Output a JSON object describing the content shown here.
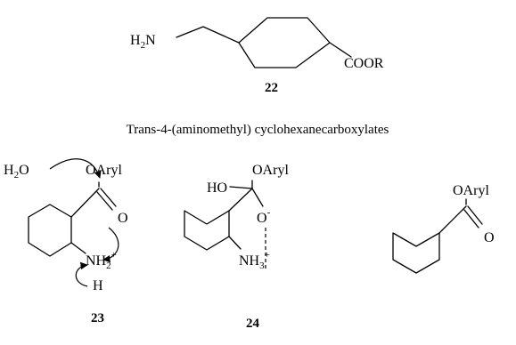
{
  "compound_22": {
    "amine": "H",
    "amine_sub": "2",
    "amine_tail": "N",
    "ester": "COOR",
    "number": "22"
  },
  "caption": "Trans-4-(aminomethyl) cyclohexanecarboxylates",
  "compound_23": {
    "water_h": "H",
    "water_sub": "2",
    "water_o": "O",
    "oaryl": "OAryl",
    "carbonyl_o": "O",
    "nh": "NH",
    "nh_sub": "2",
    "nh_sup": "+",
    "h": "H",
    "number": "23"
  },
  "compound_24": {
    "ho": "HO",
    "oaryl": "OAryl",
    "o": "O",
    "o_sup": "-",
    "nh": "NH",
    "nh_sub": "3",
    "nh_sup": "+",
    "number": "24"
  },
  "compound_25": {
    "oaryl": "OAryl",
    "o": "O"
  }
}
